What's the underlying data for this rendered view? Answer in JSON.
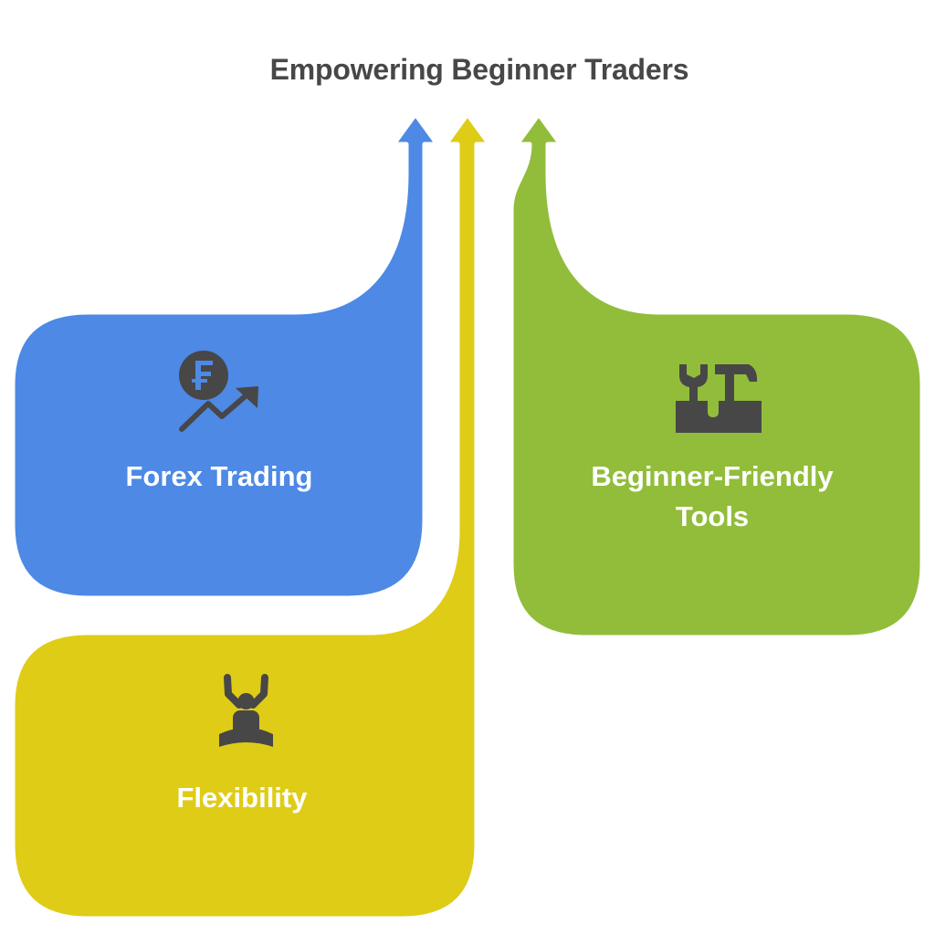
{
  "title": "Empowering Beginner Traders",
  "colors": {
    "forex": "#4d89e5",
    "flexibility": "#dfcc17",
    "tools": "#91bd3b",
    "icon": "#474747",
    "title": "#474747"
  },
  "items": [
    {
      "label": "Forex Trading",
      "icon": "franc-coin-trend-up-icon"
    },
    {
      "label": "Flexibility",
      "icon": "meditating-person-icon"
    },
    {
      "label_lines": [
        "Beginner-Friendly",
        "Tools"
      ],
      "icon": "toolbox-icon"
    }
  ]
}
